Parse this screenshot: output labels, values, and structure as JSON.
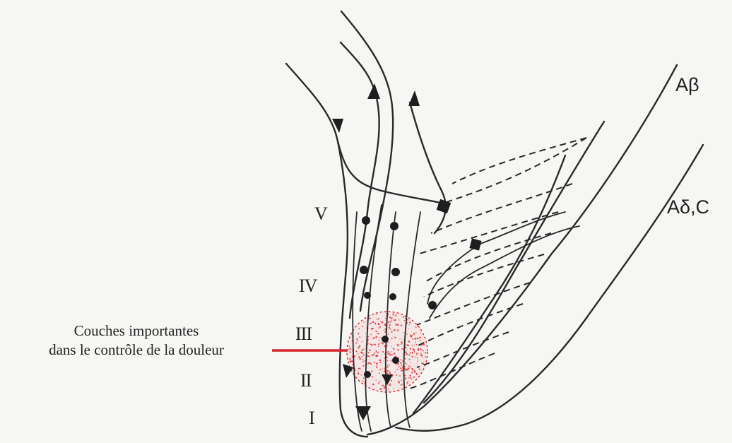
{
  "annotation": {
    "line1": "Couches importantes",
    "line2": "dans le contrôle de la douleur",
    "accent_color": "#d9262b"
  },
  "laminae": {
    "I": "I",
    "II": "II",
    "III": "III",
    "IV": "IV",
    "V": "V"
  },
  "fibers": {
    "a_beta": "Aβ",
    "a_delta_c": "Aδ,C"
  },
  "colors": {
    "ink": "#2a2a2a",
    "background": "#f6f6f4",
    "highlight": "#d9262b"
  }
}
